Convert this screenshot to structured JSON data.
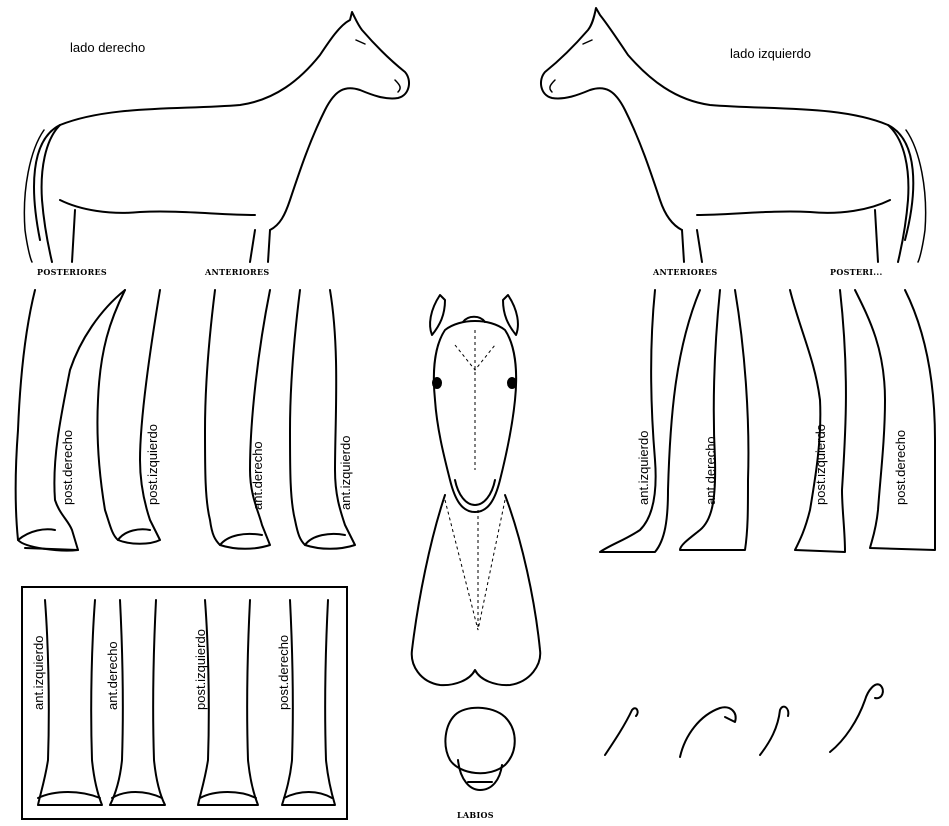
{
  "labels": {
    "right_side": "lado derecho",
    "left_side": "lado izquierdo",
    "hind_right_header": "POSTERIORES",
    "fore_right_header": "ANTERIORES",
    "fore_left_header": "ANTERIORES",
    "hind_left_header": "POSTERI...",
    "lips": "LABIOS"
  },
  "right_legs": [
    "post.derecho",
    "post.izquierdo",
    "ant.derecho",
    "ant.izquierdo"
  ],
  "left_legs": [
    "ant.izquierdo",
    "ant.derecho",
    "post.izquierdo",
    "post.derecho"
  ],
  "back_legs": [
    "ant.izquierdo",
    "ant.derecho",
    "post.izquierdo",
    "post.derecho"
  ]
}
